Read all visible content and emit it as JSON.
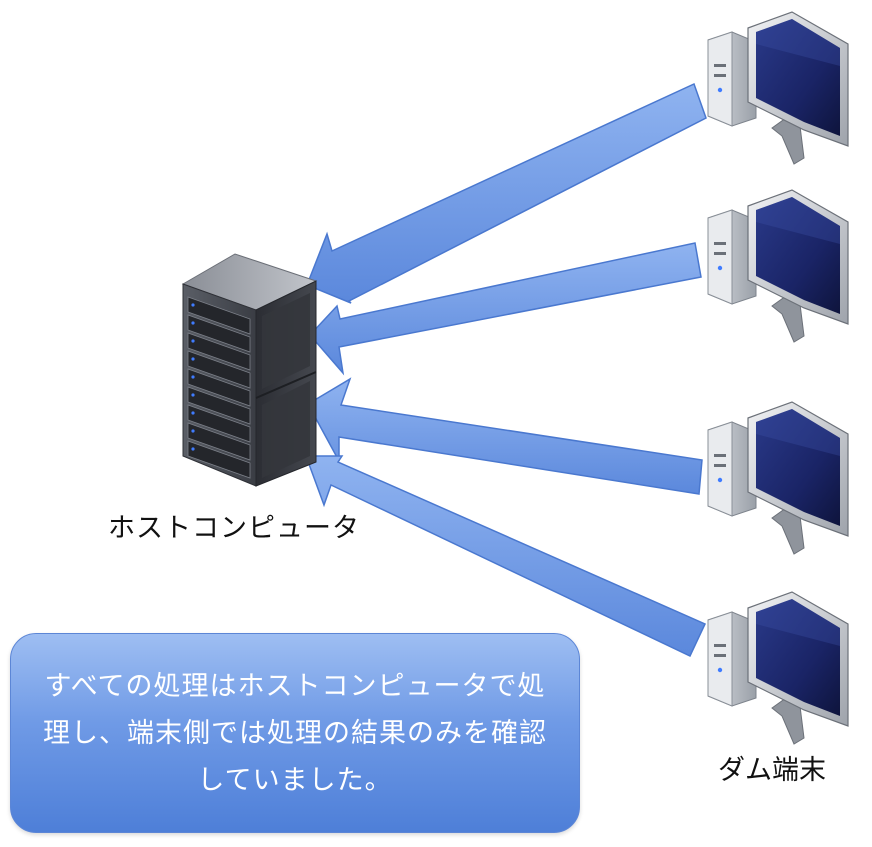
{
  "host": {
    "label": "ホストコンピュータ",
    "icon": "server-rack-icon"
  },
  "terminals": {
    "label": "ダム端末",
    "icon": "desktop-computer-icon",
    "count": 4
  },
  "callout": {
    "text": "すべての処理はホストコンピュータで処理し、端末側では処理の結果のみを確認していました。"
  },
  "colors": {
    "arrow": "#6f9ae6",
    "arrow_edge": "#4a78cf",
    "callout_top": "#9ebef2",
    "callout_bottom": "#4e7fd8"
  }
}
